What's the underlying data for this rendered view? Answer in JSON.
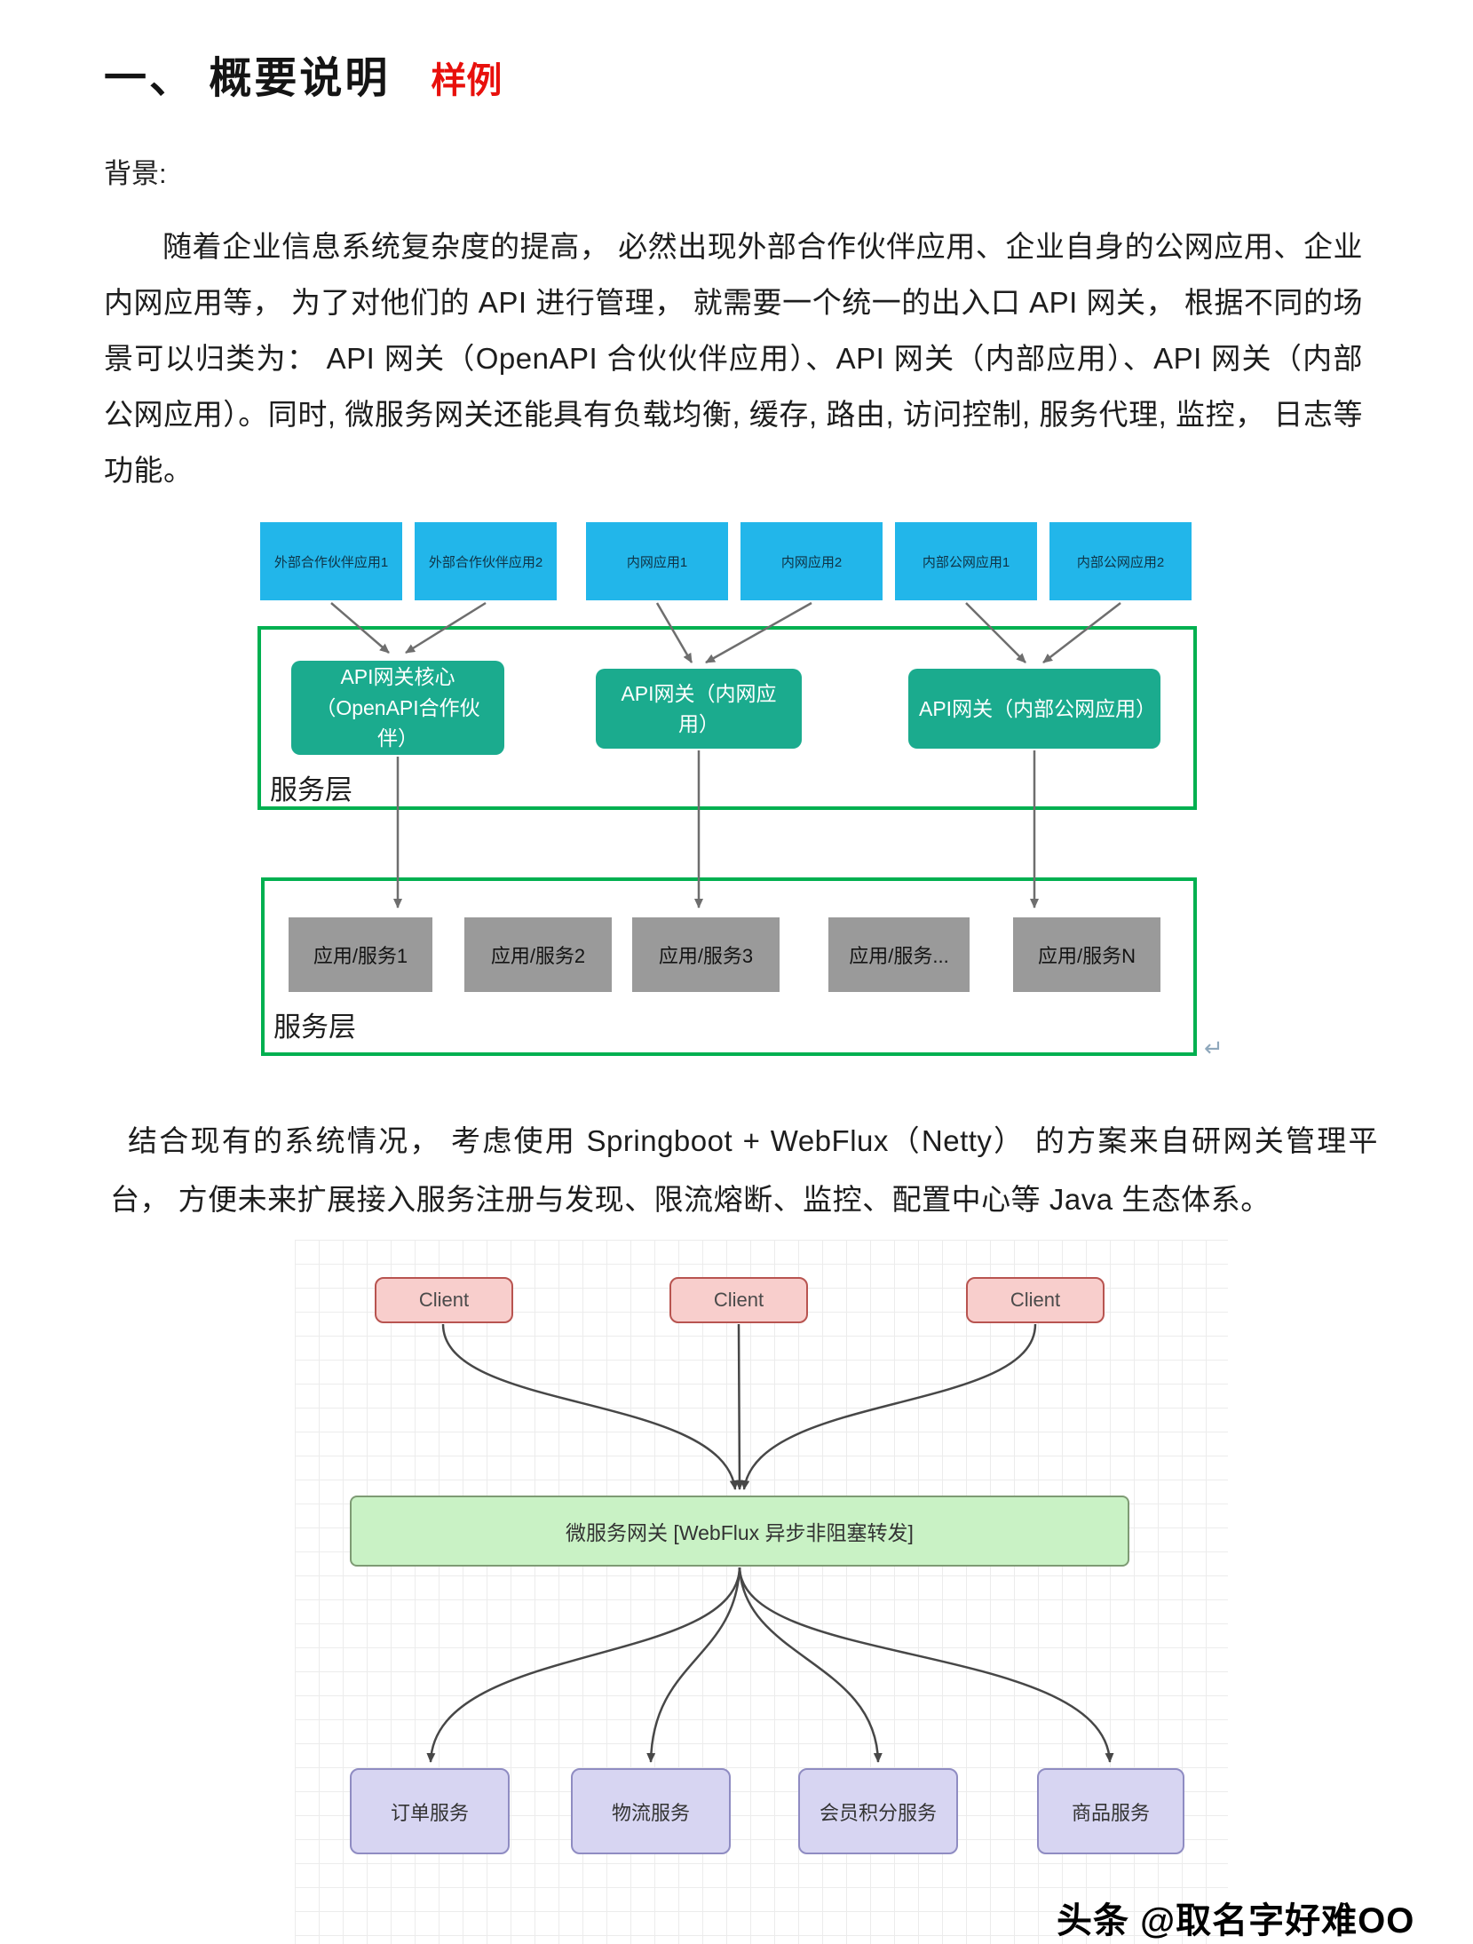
{
  "header": {
    "title": "一、 概要说明",
    "tag": "样例"
  },
  "doc": {
    "background_label": "背景:",
    "para1": "随着企业信息系统复杂度的提高， 必然出现外部合作伙伴应用、企业自身的公网应用、企业内网应用等， 为了对他们的 API 进行管理， 就需要一个统一的出入口 API 网关， 根据不同的场景可以归类为： API 网关（OpenAPI 合伙伙伴应用）、API 网关（内部应用）、API 网关（内部公网应用）。同时, 微服务网关还能具有负载均衡, 缓存, 路由, 访问控制, 服务代理, 监控， 日志等功能。",
    "para2": "结合现有的系统情况， 考虑使用 Springboot + WebFlux（Netty） 的方案来自研网关管理平台， 方便未来扩展接入服务注册与发现、限流熔断、监控、配置中心等 Java 生态体系。",
    "return_mark": "↵",
    "watermark": "头条 @取名字好难OO"
  },
  "diagram1": {
    "apps": [
      "外部合作伙伴应用1",
      "外部合作伙伴应用2",
      "内网应用1",
      "内网应用2",
      "内部公网应用1",
      "内部公网应用2"
    ],
    "gateways": [
      "API网关核心（OpenAPI合作伙伴）",
      "API网关（内网应用）",
      "API网关（内部公网应用）"
    ],
    "top_layer_label": "服务层",
    "bottom_layer_label": "服务层",
    "services": [
      "应用/服务1",
      "应用/服务2",
      "应用/服务3",
      "应用/服务...",
      "应用/服务N"
    ]
  },
  "diagram2": {
    "clients": [
      "Client",
      "Client",
      "Client"
    ],
    "gateway_label": "微服务网关 [WebFlux 异步非阻塞转发]",
    "services": [
      "订单服务",
      "物流服务",
      "会员积分服务",
      "商品服务"
    ]
  },
  "theme": {
    "accent_red": "#e8100c",
    "app_fill": "#22b6ea",
    "gateway_fill": "#1bab8e",
    "layer_border": "#00b050",
    "service_fill": "#9a9a9a",
    "client_fill": "#f8cecc",
    "client_border": "#b85450",
    "gateway2_fill": "#c9f2c5",
    "gateway2_border": "#7e9b74",
    "service2_fill": "#d7d5f2",
    "service2_border": "#8f8cc2"
  }
}
